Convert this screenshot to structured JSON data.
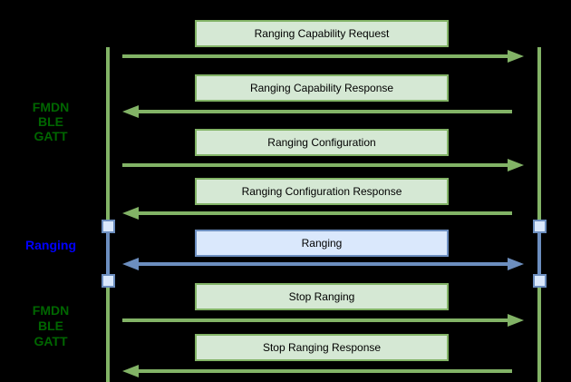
{
  "diagram": {
    "type": "sequence-diagram",
    "background": "#000000",
    "colors": {
      "green_stroke": "#82b366",
      "green_fill": "#d5e8d4",
      "blue_stroke": "#6c8ebf",
      "blue_fill": "#dae8fc",
      "phase_label_green": "#006600",
      "phase_label_blue": "#0000ff",
      "box_text": "#000000"
    },
    "phase_labels": [
      {
        "text": "FMDN\nBLE\nGATT",
        "color": "green"
      },
      {
        "text": "Ranging",
        "color": "blue"
      },
      {
        "text": "FMDN\nBLE\nGATT",
        "color": "green"
      }
    ],
    "messages": [
      {
        "label": "Ranging Capability Request",
        "direction": "right",
        "style": "green"
      },
      {
        "label": "Ranging Capability Response",
        "direction": "left",
        "style": "green"
      },
      {
        "label": "Ranging Configuration",
        "direction": "right",
        "style": "green"
      },
      {
        "label": "Ranging Configuration Response",
        "direction": "left",
        "style": "green"
      },
      {
        "label": "Ranging",
        "direction": "both",
        "style": "blue"
      },
      {
        "label": "Stop Ranging",
        "direction": "right",
        "style": "green"
      },
      {
        "label": "Stop Ranging Response",
        "direction": "left",
        "style": "green"
      }
    ]
  }
}
